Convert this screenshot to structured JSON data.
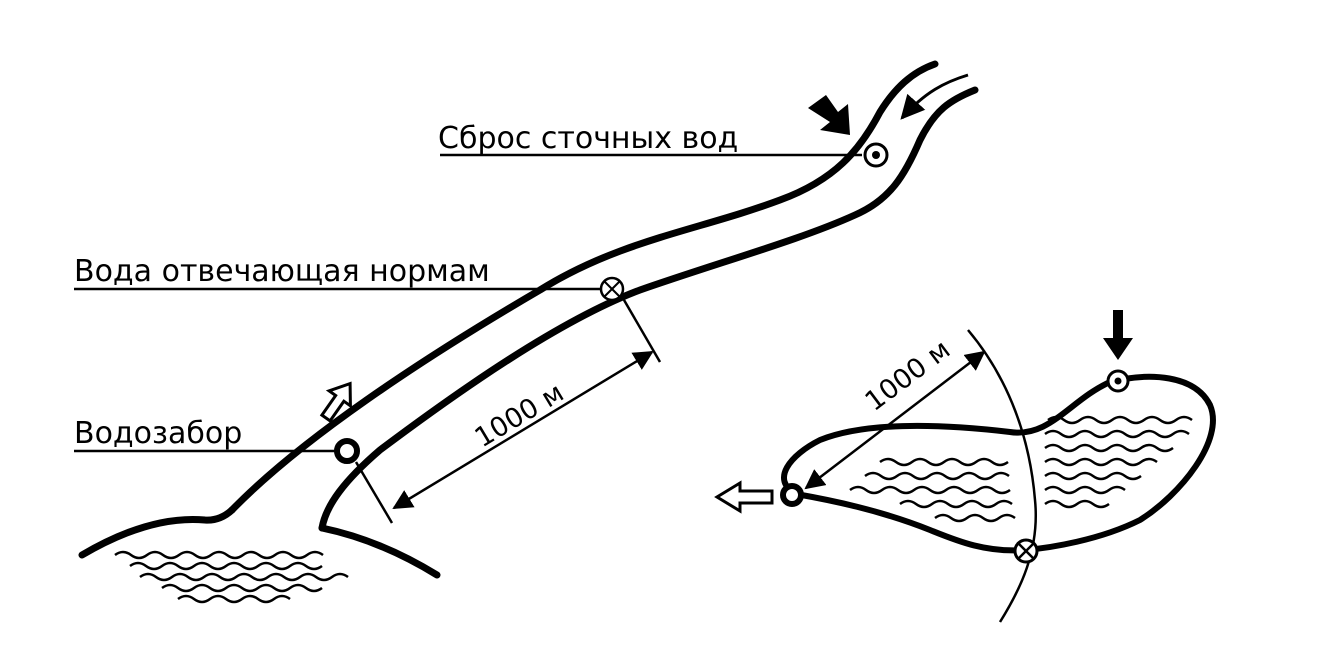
{
  "river_scheme": {
    "labels": {
      "discharge": "Сброс сточных вод",
      "compliant_water": "Вода отвечающая нормам",
      "water_intake": "Водозабор"
    },
    "distance_label": "1000 м"
  },
  "lake_scheme": {
    "distance_label": "1000 м"
  },
  "colors": {
    "stroke": "#000000",
    "background": "#ffffff"
  },
  "icons": [
    "discharge-point-icon",
    "control-point-icon",
    "intake-point-icon",
    "outflow-arrow-icon",
    "inflow-arrow-icon"
  ]
}
